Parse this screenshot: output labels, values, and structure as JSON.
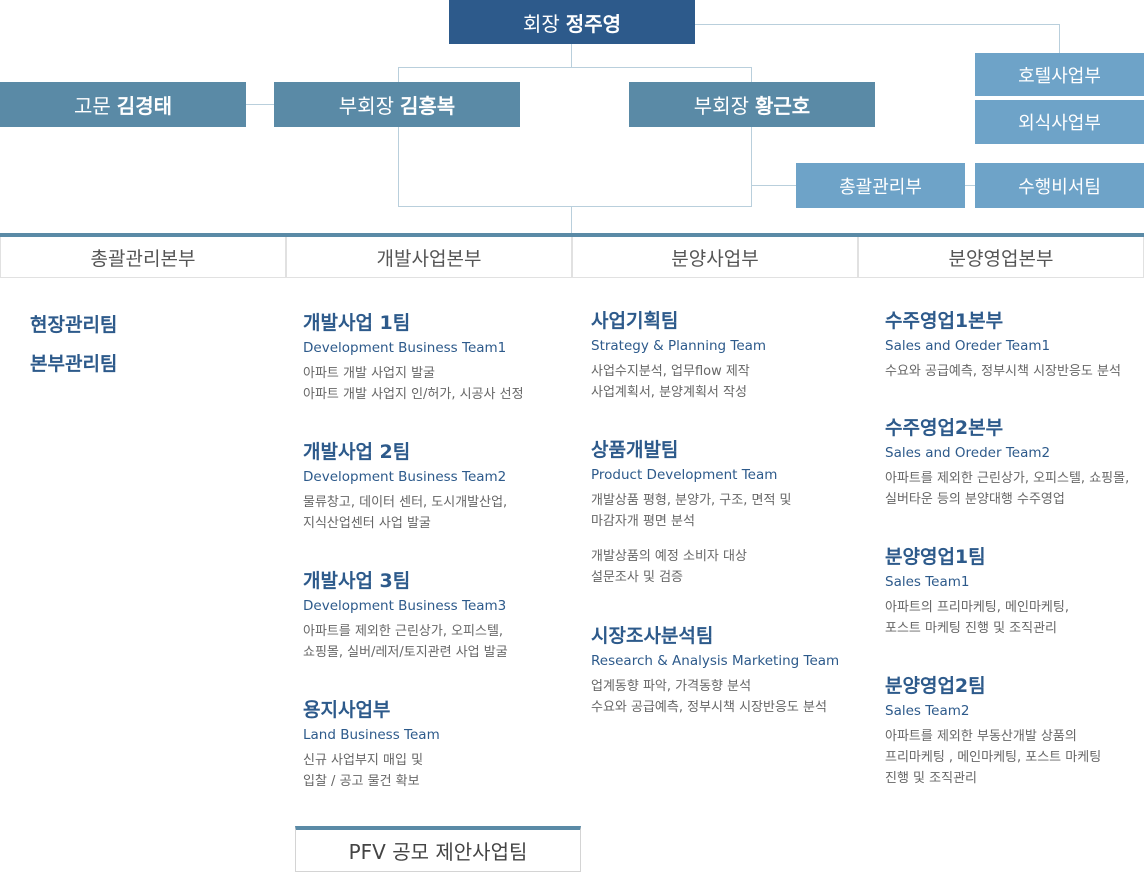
{
  "chairman": {
    "role": "회장",
    "name": "정주영"
  },
  "advisor": {
    "role": "고문",
    "name": "김경태"
  },
  "vice1": {
    "role": "부회장",
    "name": "김흥복"
  },
  "vice2": {
    "role": "부회장",
    "name": "황근호"
  },
  "side": {
    "hotel": "호텔사업부",
    "food": "외식사업부",
    "general": "총괄관리부",
    "secretary": "수행비서팀"
  },
  "divisions": [
    "총괄관리본부",
    "개발사업본부",
    "분양사업부",
    "분양영업본부"
  ],
  "col1": {
    "team1": "현장관리팀",
    "team2": "본부관리팀"
  },
  "col2": [
    {
      "name": "개발사업 1팀",
      "en": "Development Business Team1",
      "desc": "아파트 개발 사업지 발굴\n아파트 개발 사업지 인/허가, 시공사 선정"
    },
    {
      "name": "개발사업 2팀",
      "en": "Development Business Team2",
      "desc": "물류창고, 데이터 센터, 도시개발산업,\n지식산업센터 사업 발굴"
    },
    {
      "name": "개발사업 3팀",
      "en": "Development Business Team3",
      "desc": "아파트를 제외한 근린상가, 오피스텔,\n쇼핑몰, 실버/레저/토지관련 사업 발굴"
    },
    {
      "name": "용지사업부",
      "en": "Land Business Team",
      "desc": "신규 사업부지 매입 및\n입찰 / 공고 물건 확보"
    }
  ],
  "col3": [
    {
      "name": "사업기획팀",
      "en": "Strategy & Planning Team",
      "desc": "사업수지분석, 업무flow 제작\n사업계획서, 분양계획서 작성"
    },
    {
      "name": "상품개발팀",
      "en": "Product Development Team",
      "desc": "개발상품 평형, 분양가, 구조, 면적 및\n마감자개 평면 분석",
      "desc2": "개발상품의 예정 소비자 대상\n설문조사 및 검증"
    },
    {
      "name": "시장조사분석팀",
      "en": "Research & Analysis Marketing Team",
      "desc": "업계동향 파악, 가격동향 분석\n수요와 공급예측, 정부시책 시장반응도 분석"
    }
  ],
  "col4": [
    {
      "name": "수주영업1본부",
      "en": "Sales and Oreder Team1",
      "desc": "수요와 공급예측, 정부시책 시장반응도 분석"
    },
    {
      "name": "수주영업2본부",
      "en": "Sales and Oreder Team2",
      "desc": "아파트를 제외한 근린상가, 오피스텔, 쇼핑몰,\n실버타운 등의 분양대행 수주영업"
    },
    {
      "name": "분양영업1팀",
      "en": "Sales Team1",
      "desc": "아파트의 프리마케팅, 메인마케팅,\n포스트 마케팅 진행 및 조직관리"
    },
    {
      "name": "분양영업2팀",
      "en": "Sales Team2",
      "desc": "아파트를 제외한 부동산개발 상품의\n프리마케팅 , 메인마케팅, 포스트 마케팅\n진행 및 조직관리"
    }
  ],
  "pfv": "PFV 공모 제안사업팀"
}
